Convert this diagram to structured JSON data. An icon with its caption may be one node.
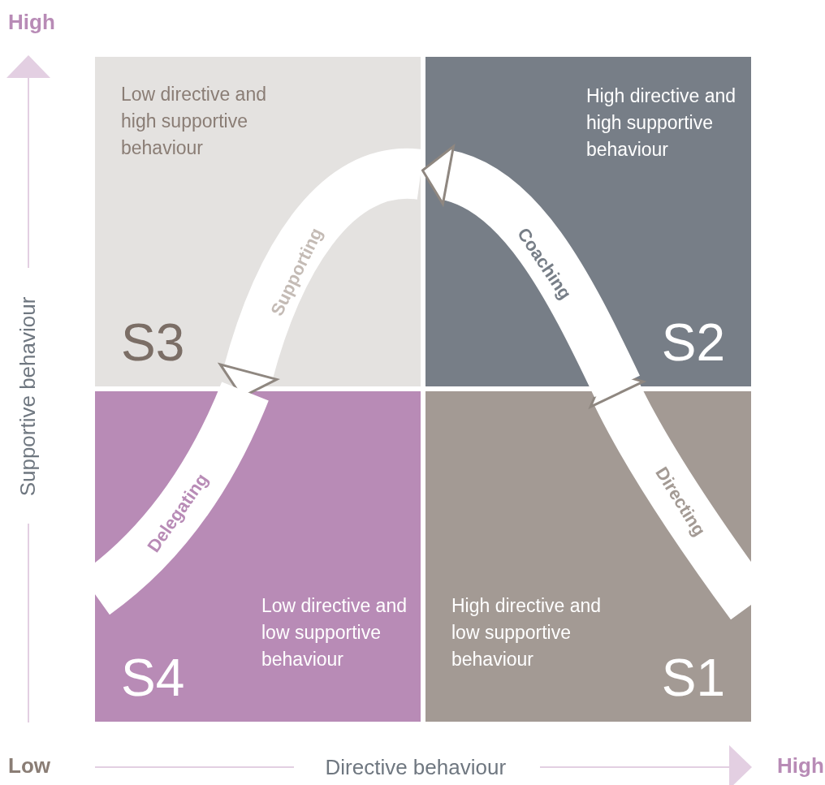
{
  "diagram": {
    "nodes": [
      {
        "text": [
          "Low directive and high supportive behaviour",
          "S3"
        ]
      },
      {
        "text": [
          "High directive and high supportive behaviour",
          "S2"
        ]
      },
      {
        "text": [
          "Low directive and low supportive behaviour",
          "S4"
        ]
      },
      {
        "text": [
          "High directive and low supportive behaviour",
          "S1"
        ]
      }
    ],
    "edges": [
      {
        "from": 3,
        "to": 1,
        "arrow": "to",
        "label": "Directing"
      },
      {
        "from": 1,
        "to": 0,
        "arrow": "to",
        "label": "Coaching"
      },
      {
        "from": 0,
        "to": 2,
        "arrow": "to",
        "label": "Supporting"
      },
      {
        "from": 2,
        "to": null,
        "arrow": "none",
        "label": "Delegating"
      }
    ],
    "labels": [
      "High",
      "Supportive behaviour",
      "Low",
      "Directive behaviour",
      "High"
    ]
  }
}
